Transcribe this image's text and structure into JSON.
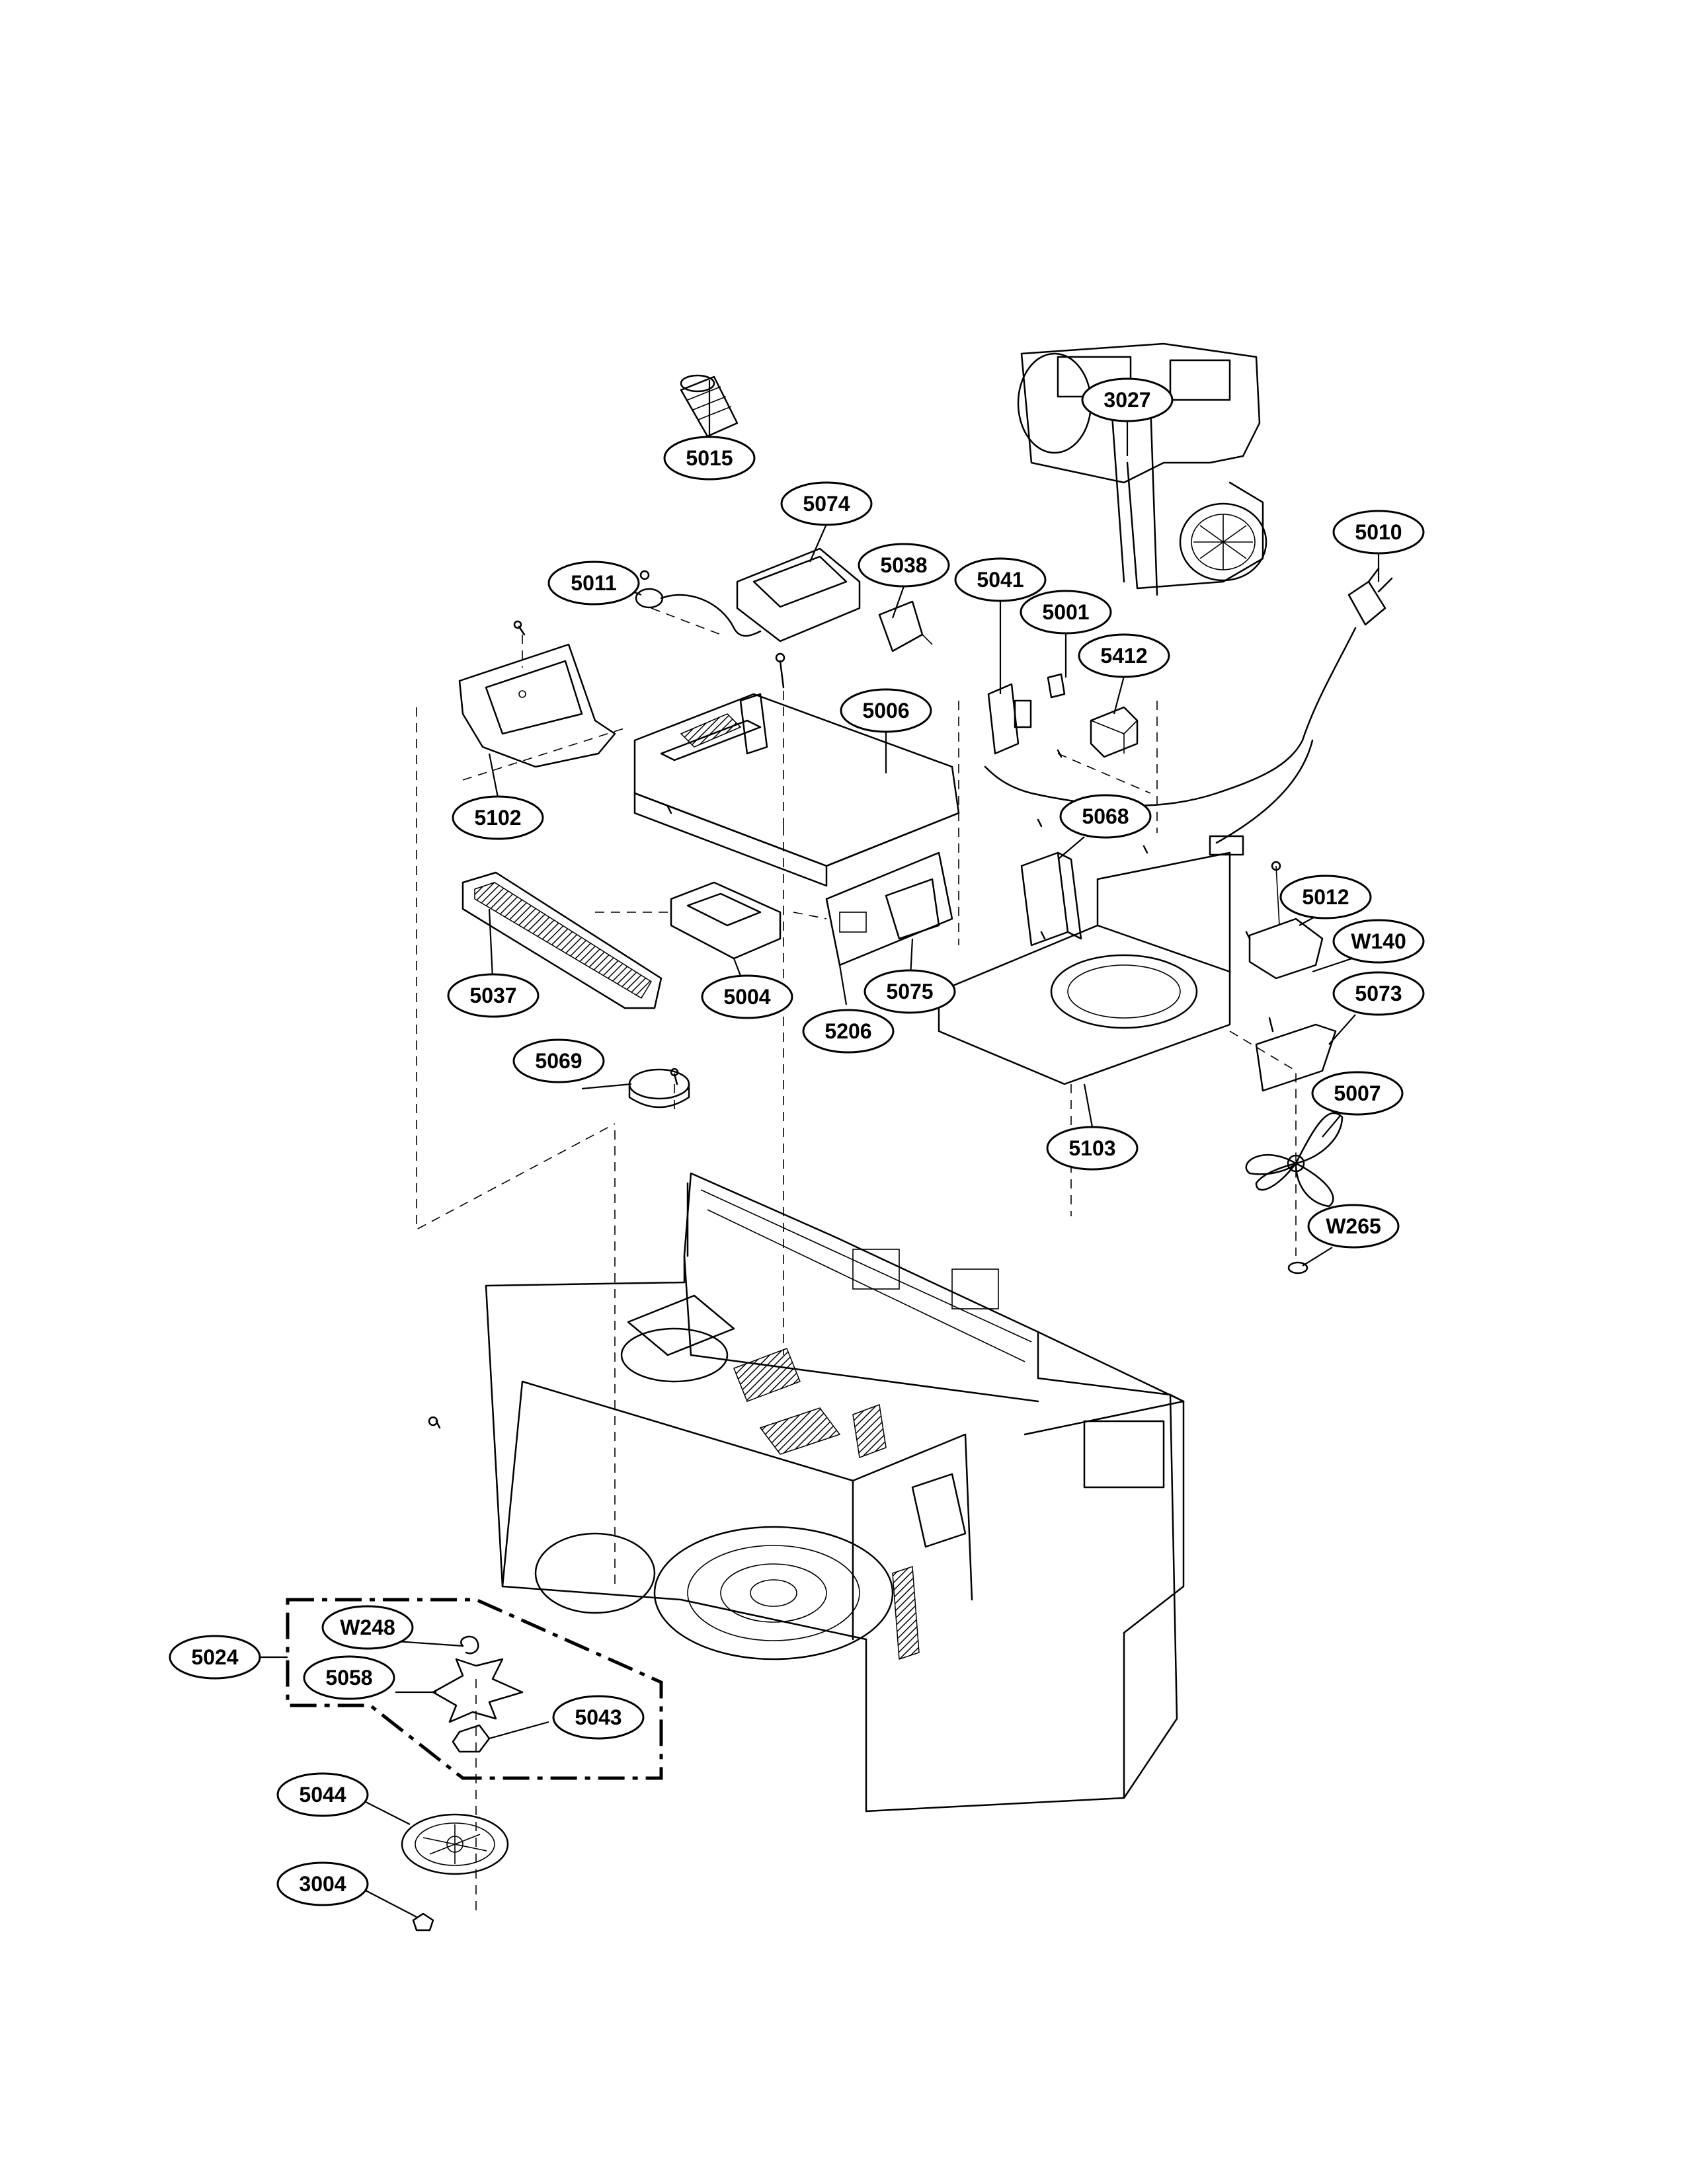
{
  "callouts": [
    {
      "id": "3027",
      "label": "3027"
    },
    {
      "id": "5015",
      "label": "5015"
    },
    {
      "id": "5074",
      "label": "5074"
    },
    {
      "id": "5010",
      "label": "5010"
    },
    {
      "id": "5011",
      "label": "5011"
    },
    {
      "id": "5038",
      "label": "5038"
    },
    {
      "id": "5041",
      "label": "5041"
    },
    {
      "id": "5001",
      "label": "5001"
    },
    {
      "id": "5412",
      "label": "5412"
    },
    {
      "id": "5006",
      "label": "5006"
    },
    {
      "id": "5102",
      "label": "5102"
    },
    {
      "id": "5068",
      "label": "5068"
    },
    {
      "id": "5012",
      "label": "5012"
    },
    {
      "id": "W140",
      "label": "W140"
    },
    {
      "id": "5037",
      "label": "5037"
    },
    {
      "id": "5004",
      "label": "5004"
    },
    {
      "id": "5075",
      "label": "5075"
    },
    {
      "id": "5073",
      "label": "5073"
    },
    {
      "id": "5206",
      "label": "5206"
    },
    {
      "id": "5069",
      "label": "5069"
    },
    {
      "id": "5007",
      "label": "5007"
    },
    {
      "id": "5103",
      "label": "5103"
    },
    {
      "id": "W265",
      "label": "W265"
    },
    {
      "id": "W248",
      "label": "W248"
    },
    {
      "id": "5024",
      "label": "5024"
    },
    {
      "id": "5058",
      "label": "5058"
    },
    {
      "id": "5043",
      "label": "5043"
    },
    {
      "id": "5044",
      "label": "5044"
    },
    {
      "id": "3004",
      "label": "3004"
    }
  ]
}
